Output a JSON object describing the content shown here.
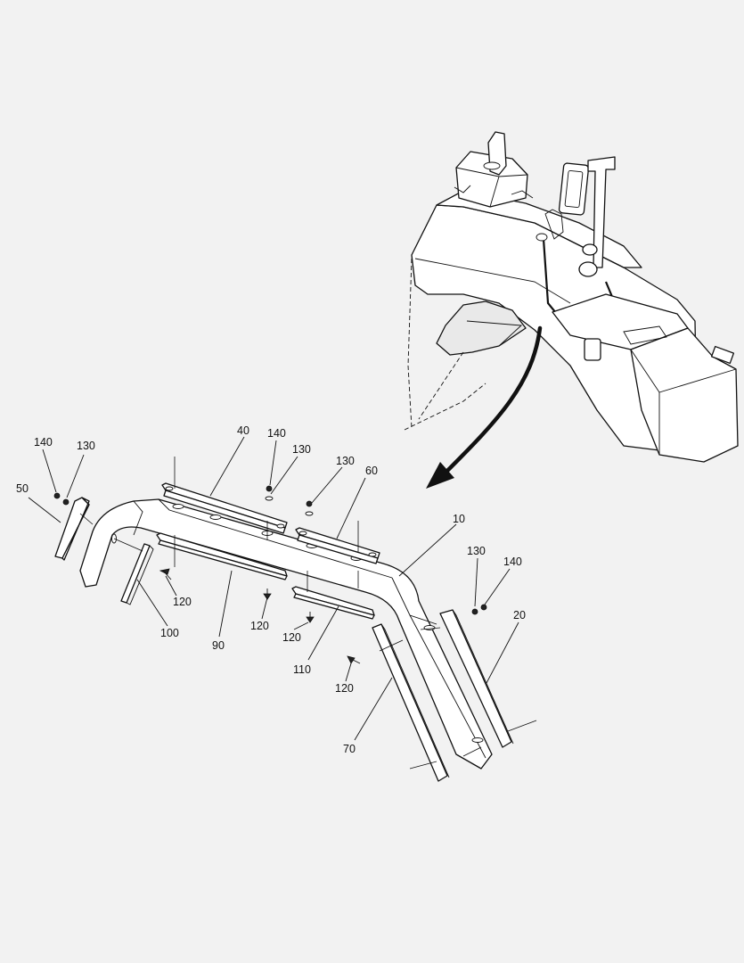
{
  "callouts": {
    "c10": "10",
    "c20": "20",
    "c40": "40",
    "c50": "50",
    "c60": "60",
    "c70": "70",
    "c90": "90",
    "c100": "100",
    "c110": "110",
    "c120a": "120",
    "c120b": "120",
    "c120c": "120",
    "c120d": "120",
    "c130a": "130",
    "c130b": "130",
    "c130c": "130",
    "c130d": "130",
    "c140a": "140",
    "c140b": "140",
    "c140c": "140"
  }
}
